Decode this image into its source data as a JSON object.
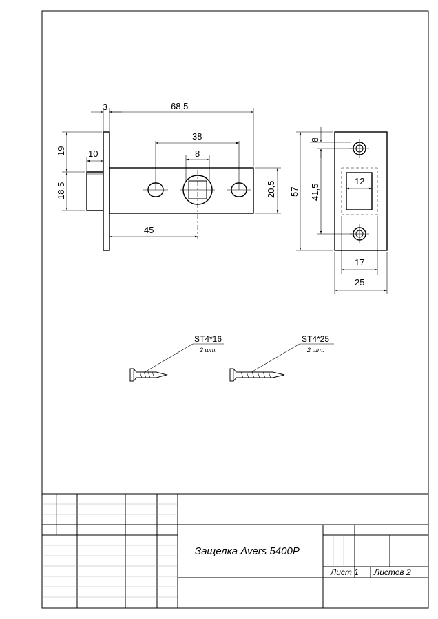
{
  "dimensions": {
    "plate_thickness": "3",
    "total_length": "68,5",
    "hole_spacing": "38",
    "square_size": "8",
    "backset": "45",
    "body_height": "20,5",
    "latch_length": "10",
    "latch_offset_top": "19",
    "latch_height": "18,5",
    "strike_top": "8",
    "strike_total": "57",
    "strike_holes": "41,5",
    "strike_window": "12",
    "strike_inner": "17",
    "strike_width": "25"
  },
  "screws": [
    {
      "name": "ST4*16",
      "qty": "2 шт."
    },
    {
      "name": "ST4*25",
      "qty": "2 шт."
    }
  ],
  "title_block": {
    "title": "Защелка Avers 5400P",
    "sheet": "Лист 1",
    "sheets": "Листов 2"
  }
}
